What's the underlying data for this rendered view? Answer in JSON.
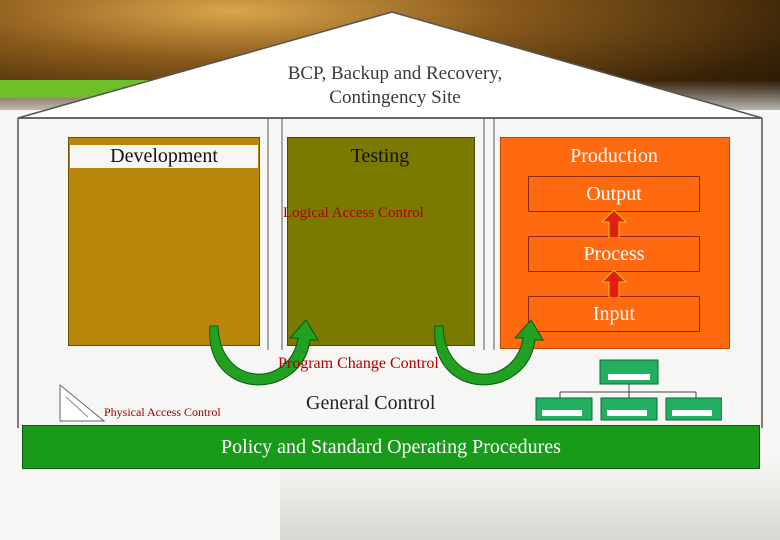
{
  "title": "BCP, Backup and Recovery,\nContingency Site",
  "columns": {
    "development": "Development",
    "testing": "Testing",
    "production": "Production"
  },
  "production_stages": [
    "Output",
    "Process",
    "Input"
  ],
  "logical_access": "Logical Access Control",
  "program_change": "Program Change Control",
  "general_control": "General Control",
  "physical_access": "Physical Access Control",
  "policy": "Policy and Standard Operating Procedures",
  "colors": {
    "development": "#b8860b",
    "testing": "#7a7a00",
    "production": "#ff6a10",
    "policy": "#1a9a1a",
    "arrow_green": "#22a022",
    "arrow_red": "#e02010",
    "org_chart": "#22b060"
  }
}
